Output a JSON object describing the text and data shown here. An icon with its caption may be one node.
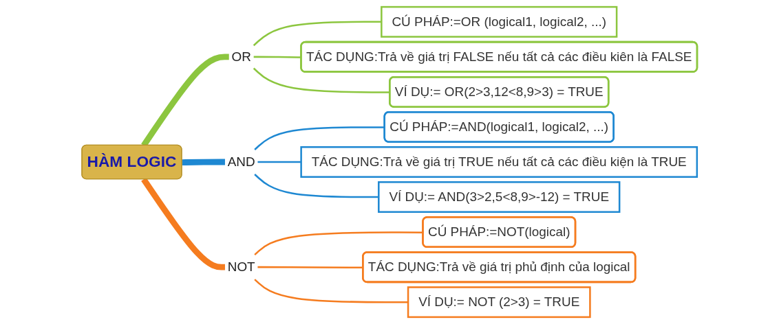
{
  "diagram": {
    "nodes": [
      {
        "text": [
          "HÀM LOGIC"
        ]
      },
      {
        "text": [
          "OR"
        ]
      },
      {
        "text": [
          "CÚ PHÁP:=OR (logical1, logical2, ...)"
        ]
      },
      {
        "text": [
          "TÁC DỤNG:Trả về giá trị FALSE nếu tất cả các điều kiên là FALSE"
        ]
      },
      {
        "text": [
          "VÍ DỤ:= OR(2>3,12<8,9>3) = TRUE"
        ]
      },
      {
        "text": [
          "AND"
        ]
      },
      {
        "text": [
          "CÚ PHÁP:=AND(logical1, logical2, ...)"
        ]
      },
      {
        "text": [
          "TÁC DỤNG:Trả về giá trị TRUE nếu tất cả các điều kiện là TRUE"
        ]
      },
      {
        "text": [
          "VÍ DỤ:= AND(3>2,5<8,9>-12) = TRUE"
        ]
      },
      {
        "text": [
          "NOT"
        ]
      },
      {
        "text": [
          "CÚ PHÁP:=NOT(logical)"
        ]
      },
      {
        "text": [
          "TÁC DỤNG:Trả về giá trị phủ định của logical"
        ]
      },
      {
        "text": [
          "VÍ DỤ:= NOT (2>3) = TRUE"
        ]
      }
    ],
    "edges": [
      {
        "from": 0,
        "to": 1,
        "arrow": "none",
        "style": "thick",
        "color": "#8cc63f"
      },
      {
        "from": 1,
        "to": 2,
        "arrow": "none",
        "color": "#8cc63f"
      },
      {
        "from": 1,
        "to": 3,
        "arrow": "none",
        "color": "#8cc63f"
      },
      {
        "from": 1,
        "to": 4,
        "arrow": "none",
        "color": "#8cc63f"
      },
      {
        "from": 0,
        "to": 5,
        "arrow": "none",
        "style": "thick",
        "color": "#1e88d2"
      },
      {
        "from": 5,
        "to": 6,
        "arrow": "none",
        "color": "#1e88d2"
      },
      {
        "from": 5,
        "to": 7,
        "arrow": "none",
        "color": "#1e88d2"
      },
      {
        "from": 5,
        "to": 8,
        "arrow": "none",
        "color": "#1e88d2"
      },
      {
        "from": 0,
        "to": 9,
        "arrow": "none",
        "style": "thick",
        "color": "#f57c1f"
      },
      {
        "from": 9,
        "to": 10,
        "arrow": "none",
        "color": "#f57c1f"
      },
      {
        "from": 9,
        "to": 11,
        "arrow": "none",
        "color": "#f57c1f"
      },
      {
        "from": 9,
        "to": 12,
        "arrow": "none",
        "color": "#f57c1f"
      }
    ]
  }
}
